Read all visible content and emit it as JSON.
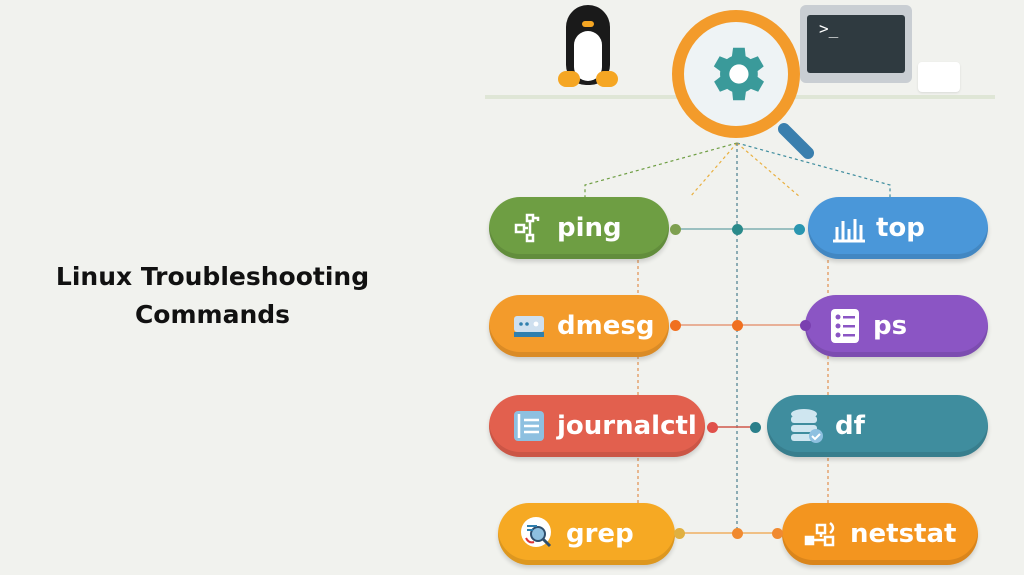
{
  "title": {
    "line1": "Linux Troubleshooting",
    "line2": "Commands"
  },
  "illustration": {
    "center_icon": "magnifier-gear",
    "left": "penguin",
    "right": "terminal-monitor",
    "terminal_prompt": ">_"
  },
  "commands": [
    {
      "label": "ping",
      "icon": "network-tree-icon",
      "color": "#6e9e43"
    },
    {
      "label": "top",
      "icon": "bar-chart-icon",
      "color": "#4a97d9"
    },
    {
      "label": "dmesg",
      "icon": "hardware-icon",
      "color": "#f39b2b"
    },
    {
      "label": "ps",
      "icon": "list-icon",
      "color": "#8b55c4"
    },
    {
      "label": "journalctl",
      "icon": "document-icon",
      "color": "#e2604e"
    },
    {
      "label": "df",
      "icon": "database-icon",
      "color": "#3f8d9e"
    },
    {
      "label": "grep",
      "icon": "search-icon",
      "color": "#f6a923"
    },
    {
      "label": "netstat",
      "icon": "network-icon",
      "color": "#f3951f"
    }
  ]
}
